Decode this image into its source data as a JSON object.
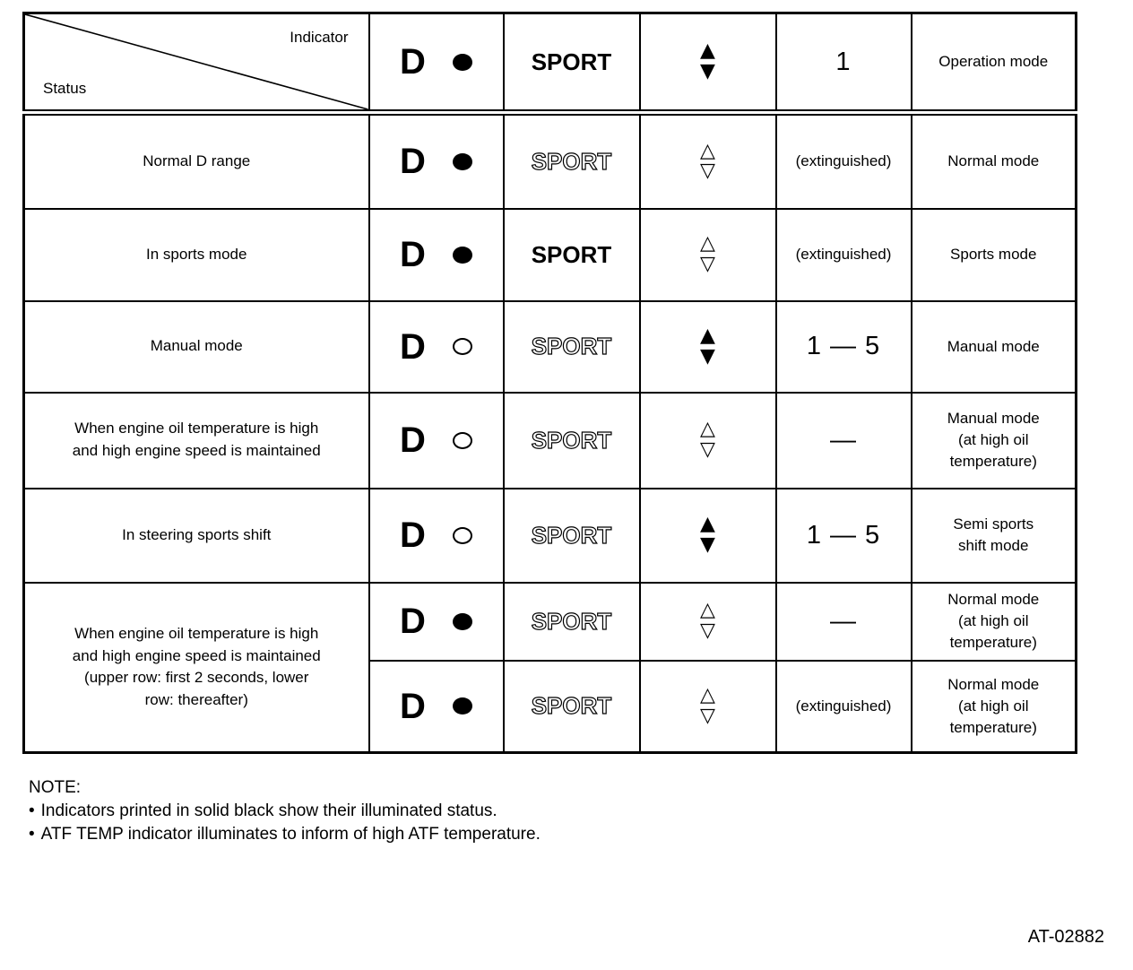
{
  "table": {
    "corner": {
      "indicator": "Indicator",
      "status": "Status"
    },
    "header": {
      "d": "D",
      "dot_state": "on",
      "sport": "SPORT",
      "sport_state": "on",
      "arrows": {
        "up": "▲",
        "down": "▼",
        "state": "on"
      },
      "gear": "1",
      "gear_style": "num",
      "mode": "Operation mode"
    },
    "rows": [
      {
        "status": "Normal D range",
        "d": "D",
        "dot_state": "on",
        "sport": "SPORT",
        "sport_state": "off",
        "arrows": {
          "up": "△",
          "down": "▽",
          "state": "off"
        },
        "gear": "(extinguished)",
        "gear_style": "text",
        "mode": "Normal mode"
      },
      {
        "status": "In sports mode",
        "d": "D",
        "dot_state": "on",
        "sport": "SPORT",
        "sport_state": "on",
        "arrows": {
          "up": "△",
          "down": "▽",
          "state": "off"
        },
        "gear": "(extinguished)",
        "gear_style": "text",
        "mode": "Sports mode"
      },
      {
        "status": "Manual mode",
        "d": "D",
        "dot_state": "off",
        "sport": "SPORT",
        "sport_state": "off",
        "arrows": {
          "up": "▲",
          "down": "▼",
          "state": "on"
        },
        "gear": "1 — 5",
        "gear_style": "num",
        "mode": "Manual mode"
      },
      {
        "status": "When engine oil temperature is high\nand high engine speed is maintained",
        "d": "D",
        "dot_state": "off",
        "sport": "SPORT",
        "sport_state": "off",
        "arrows": {
          "up": "△",
          "down": "▽",
          "state": "off"
        },
        "gear": "—",
        "gear_style": "num",
        "mode": "Manual mode\n(at high oil\ntemperature)"
      },
      {
        "status": "In steering sports shift",
        "d": "D",
        "dot_state": "off",
        "sport": "SPORT",
        "sport_state": "off",
        "arrows": {
          "up": "▲",
          "down": "▼",
          "state": "on"
        },
        "gear": "1 — 5",
        "gear_style": "num",
        "mode": "Semi sports\nshift mode"
      },
      {
        "status": "When engine oil temperature is high\nand high engine speed is maintained\n(upper row: first 2 seconds, lower\nrow: thereafter)",
        "d": "D",
        "dot_state": "on",
        "sport": "SPORT",
        "sport_state": "off",
        "arrows": {
          "up": "△",
          "down": "▽",
          "state": "off"
        },
        "gear": "—",
        "gear_style": "num",
        "mode": "Normal mode\n(at high oil\ntemperature)"
      },
      {
        "d": "D",
        "dot_state": "on",
        "sport": "SPORT",
        "sport_state": "off",
        "arrows": {
          "up": "△",
          "down": "▽",
          "state": "off"
        },
        "gear": "(extinguished)",
        "gear_style": "text",
        "mode": "Normal mode\n(at high oil\ntemperature)"
      }
    ]
  },
  "note": {
    "title": "NOTE:",
    "bullet": "•",
    "items": [
      "Indicators printed in solid black show their illuminated status.",
      "ATF TEMP indicator illuminates to inform of high ATF temperature."
    ]
  },
  "figure_code": "AT-02882"
}
